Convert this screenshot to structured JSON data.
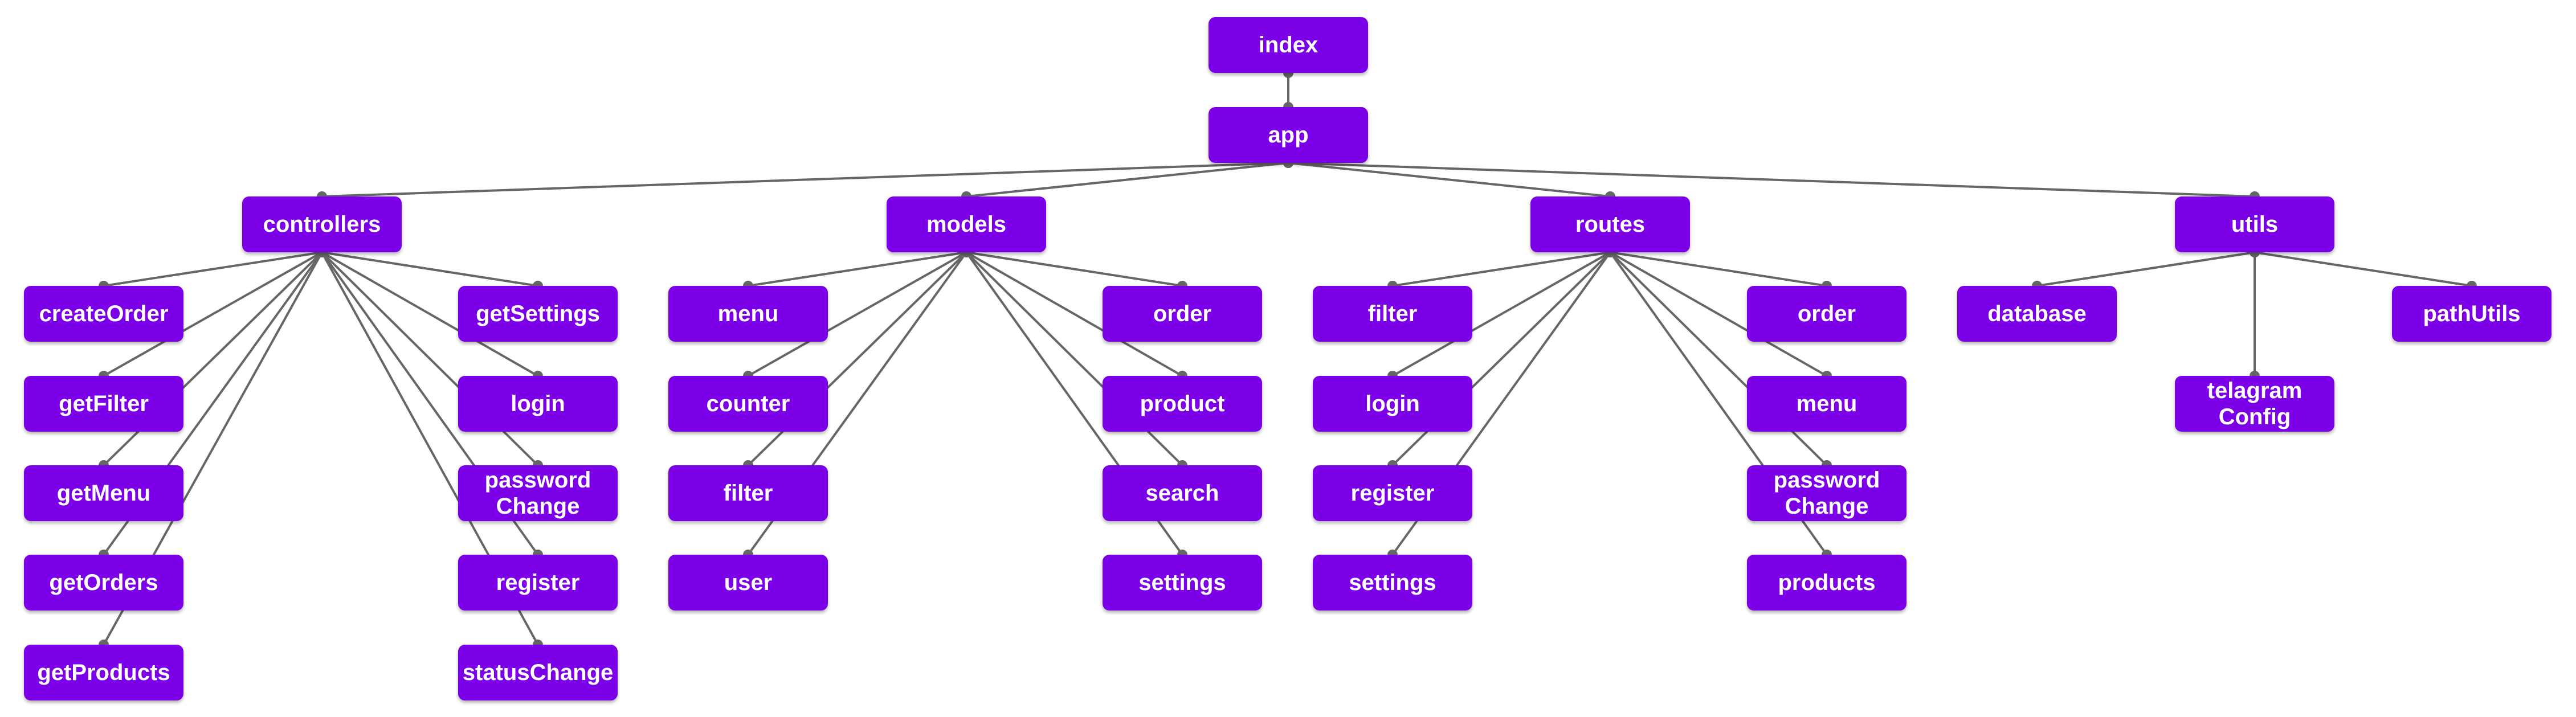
{
  "diagram": {
    "nodes": {
      "index": "index",
      "app": "app",
      "controllers": "controllers",
      "models": "models",
      "routes": "routes",
      "utils": "utils",
      "c_createOrder": "createOrder",
      "c_getFilter": "getFilter",
      "c_getMenu": "getMenu",
      "c_getOrders": "getOrders",
      "c_getProducts": "getProducts",
      "c_getSettings": "getSettings",
      "c_login": "login",
      "c_passwordChange": "password\nChange",
      "c_register": "register",
      "c_statusChange": "statusChange",
      "m_menu": "menu",
      "m_counter": "counter",
      "m_filter": "filter",
      "m_user": "user",
      "m_order": "order",
      "m_product": "product",
      "m_search": "search",
      "m_settings": "settings",
      "r_filter": "filter",
      "r_login": "login",
      "r_register": "register",
      "r_settings": "settings",
      "r_order": "order",
      "r_menu": "menu",
      "r_passwordChange": "password\nChange",
      "r_products": "products",
      "u_database": "database",
      "u_telagramConfig": "telagram\nConfig",
      "u_pathUtils": "pathUtils"
    },
    "edges": [
      [
        "index",
        "app"
      ],
      [
        "app",
        "controllers"
      ],
      [
        "app",
        "models"
      ],
      [
        "app",
        "routes"
      ],
      [
        "app",
        "utils"
      ],
      [
        "controllers",
        "c_createOrder"
      ],
      [
        "controllers",
        "c_getFilter"
      ],
      [
        "controllers",
        "c_getMenu"
      ],
      [
        "controllers",
        "c_getOrders"
      ],
      [
        "controllers",
        "c_getProducts"
      ],
      [
        "controllers",
        "c_getSettings"
      ],
      [
        "controllers",
        "c_login"
      ],
      [
        "controllers",
        "c_passwordChange"
      ],
      [
        "controllers",
        "c_register"
      ],
      [
        "controllers",
        "c_statusChange"
      ],
      [
        "models",
        "m_menu"
      ],
      [
        "models",
        "m_counter"
      ],
      [
        "models",
        "m_filter"
      ],
      [
        "models",
        "m_user"
      ],
      [
        "models",
        "m_order"
      ],
      [
        "models",
        "m_product"
      ],
      [
        "models",
        "m_search"
      ],
      [
        "models",
        "m_settings"
      ],
      [
        "routes",
        "r_filter"
      ],
      [
        "routes",
        "r_login"
      ],
      [
        "routes",
        "r_register"
      ],
      [
        "routes",
        "r_settings"
      ],
      [
        "routes",
        "r_order"
      ],
      [
        "routes",
        "r_menu"
      ],
      [
        "routes",
        "r_passwordChange"
      ],
      [
        "routes",
        "r_products"
      ],
      [
        "utils",
        "u_database"
      ],
      [
        "utils",
        "u_telagramConfig"
      ],
      [
        "utils",
        "u_pathUtils"
      ]
    ],
    "colors": {
      "node_fill": "#7b00e8",
      "node_text": "#ffffff",
      "edge": "#666666"
    }
  }
}
